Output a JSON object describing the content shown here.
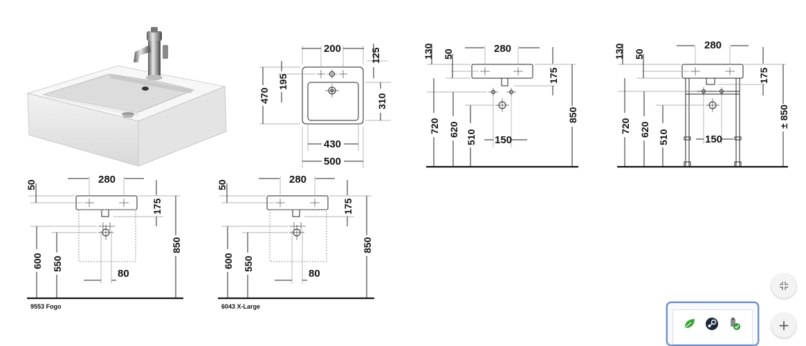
{
  "product_photo": {
    "description": "washbasin-with-mixer"
  },
  "top_view": {
    "dims": {
      "tap_spacing": "200",
      "back_offset": "125",
      "front_edge_to_tap": "195",
      "depth": "470",
      "bowl_depth": "310",
      "bowl_width": "430",
      "width": "500"
    }
  },
  "front_view_1": {
    "dims": {
      "top_gap": "130",
      "tap_height": "50",
      "tap_spacing": "280",
      "basin_height": "175",
      "rim_height": "850",
      "rim_floor": "720",
      "waste_height": "620",
      "supply_height": "510",
      "waste_spacing": "150"
    }
  },
  "front_view_2": {
    "dims": {
      "top_gap": "130",
      "tap_height": "50",
      "tap_spacing": "280",
      "basin_height": "175",
      "rim_height": "± 850",
      "rim_floor": "720",
      "waste_height": "620",
      "supply_height": "510",
      "waste_spacing": "150"
    }
  },
  "fogo_view": {
    "caption": "9553 Fogo",
    "dims": {
      "tap_height": "50",
      "tap_spacing": "280",
      "basin_height": "175",
      "rim_height": "850",
      "supply_height": "600",
      "waste_height": "550",
      "waste_offset": "80"
    }
  },
  "xlarge_view": {
    "caption": "6043  X-Large",
    "dims": {
      "tap_height": "50",
      "tap_spacing": "280",
      "basin_height": "175",
      "rim_height": "850",
      "supply_height": "600",
      "waste_height": "550",
      "waste_offset": "80"
    }
  },
  "controls": {
    "collapse_icon": "collapse-icon",
    "add_icon": "plus-icon",
    "add_label": "+"
  },
  "tray": {
    "icons": [
      "leaf-icon",
      "steam-icon",
      "usb-safe-remove-icon"
    ]
  },
  "colors": {
    "line": "#222222",
    "floor": "#111111",
    "tray_border": "#6f8fc4"
  }
}
